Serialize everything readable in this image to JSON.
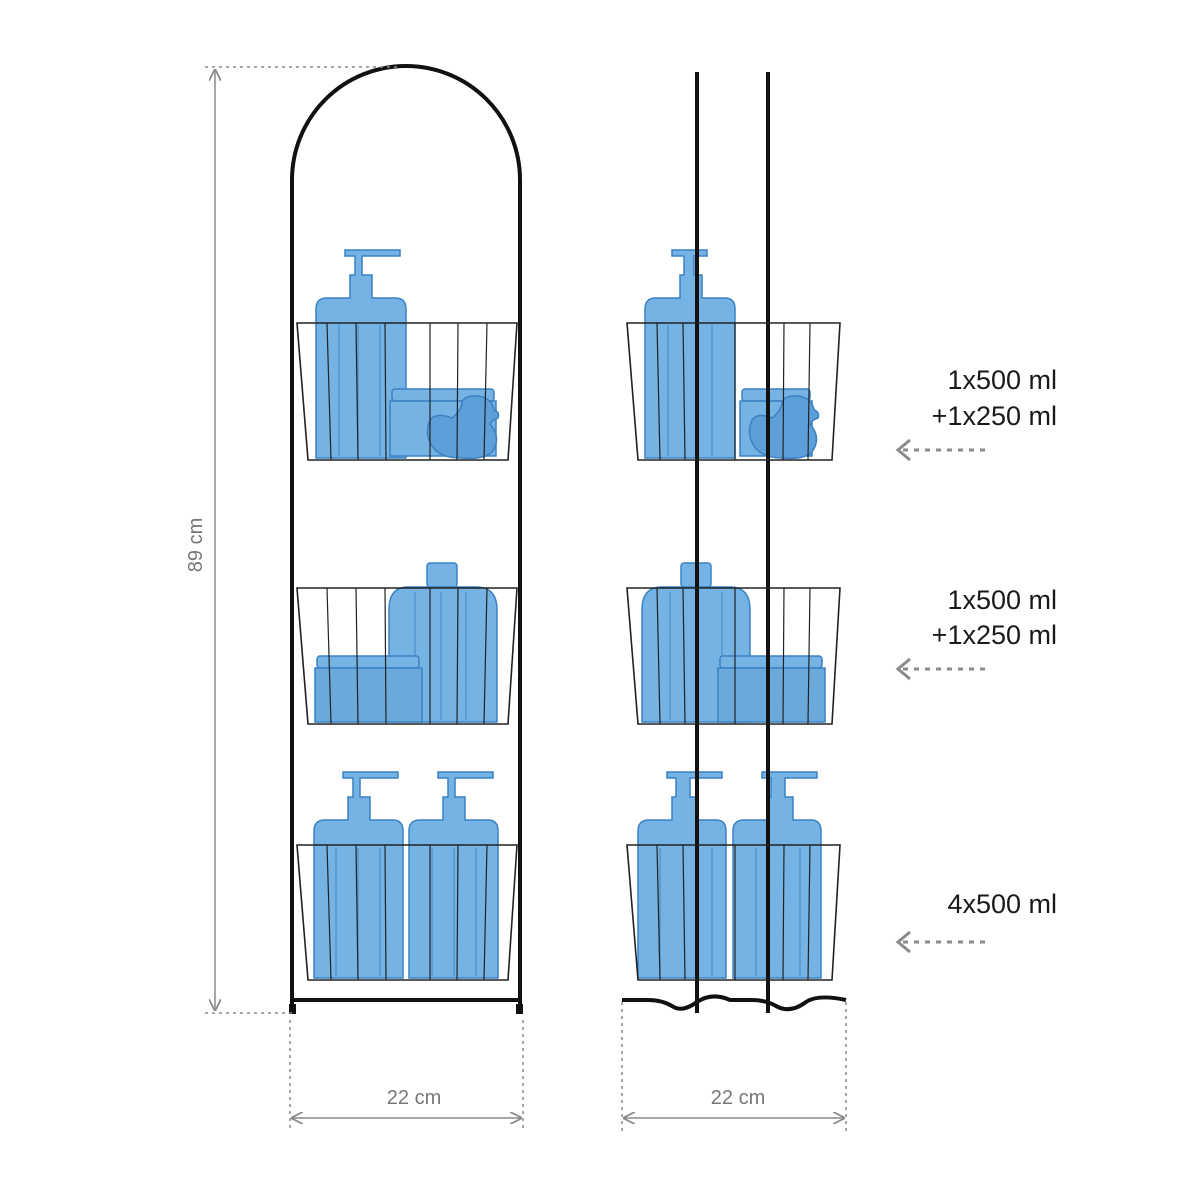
{
  "dimensions": {
    "height": "89 cm",
    "width_front": "22 cm",
    "width_side": "22 cm"
  },
  "capacities": [
    {
      "line1": "1x500 ml",
      "line2": "+1x250 ml"
    },
    {
      "line1": "1x500 ml",
      "line2": "+1x250 ml"
    },
    {
      "line1": "4x500 ml",
      "line2": ""
    }
  ],
  "colors": {
    "frame": "#111111",
    "bottle": "#6fb0e0",
    "bottle_edge": "#3a82c4",
    "dimension": "#8a8a8a"
  }
}
